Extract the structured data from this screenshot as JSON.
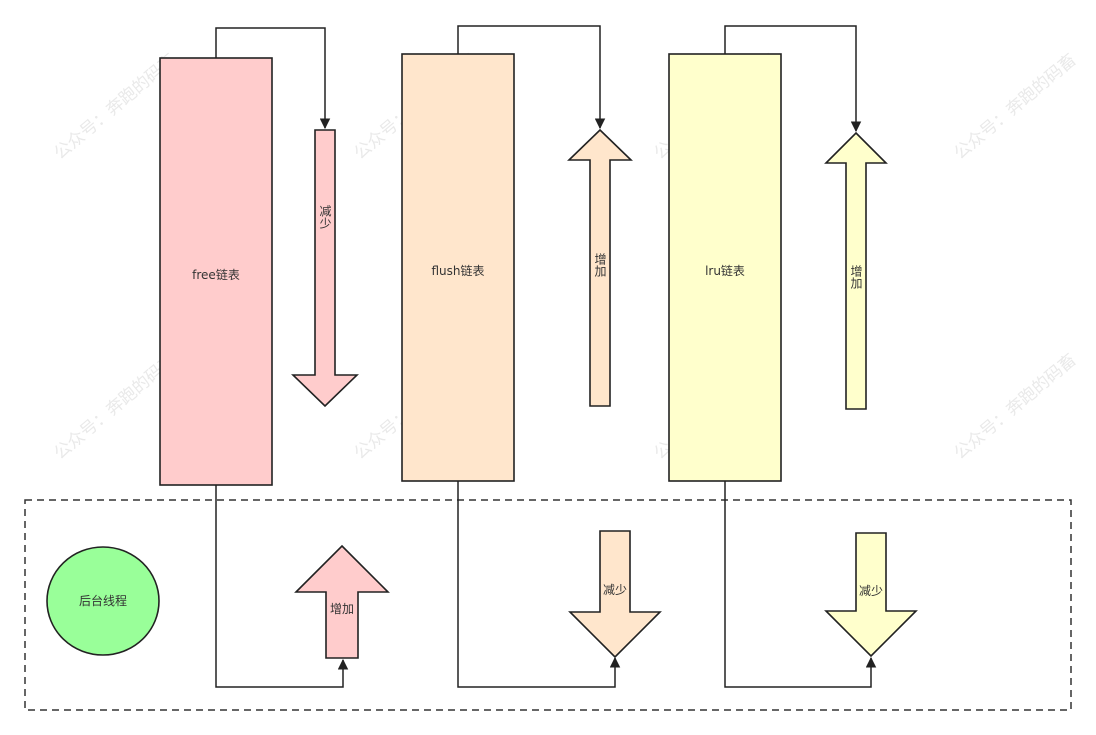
{
  "watermark": "公众号：奔跑的码畜",
  "colors": {
    "free": "#ffcccc",
    "flush": "#ffe6cc",
    "lru": "#ffffcc",
    "thread": "#99ff99",
    "stroke": "#222222"
  },
  "lists": {
    "free": {
      "label": "free链表",
      "top_arrow": "减少",
      "bottom_arrow": "增加"
    },
    "flush": {
      "label": "flush链表",
      "top_arrow": "增加",
      "bottom_arrow": "减少"
    },
    "lru": {
      "label": "lru链表",
      "top_arrow": "增加",
      "bottom_arrow": "减少"
    }
  },
  "background_thread": {
    "label": "后台线程"
  }
}
